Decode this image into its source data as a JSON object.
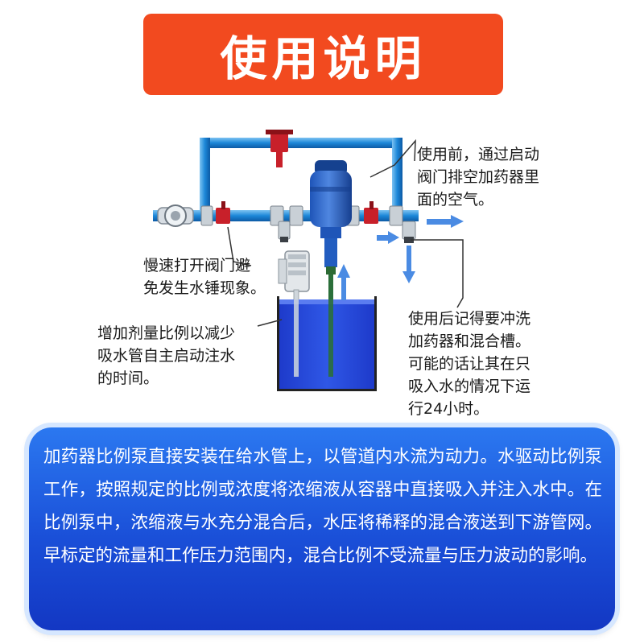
{
  "title": "使用说明",
  "callouts": {
    "before_use": "使用前，通过启动\n阀门排空加药器里\n面的空气。",
    "slow_open": "慢速打开阀门避\n免发生水锤现象。",
    "increase_ratio": "增加剂量比例以减少\n吸水管自主启动注水\n的时间。",
    "after_use": "使用后记得要冲洗\n加药器和混合槽。\n可能的话让其在只\n吸入水的情况下运\n行24小时。"
  },
  "description": "加药器比例泵直接安装在给水管上，以管道内水流为动力。水驱动比例泵工作，按照规定的比例或浓度将浓缩液从容器中直接吸入并注入水中。在比例泵中，浓缩液与水充分混合后，水压将稀释的混合液送到下游管网。早标定的流量和工作压力范围内，混合比例不受流量与压力波动的影响。",
  "colors": {
    "title_bg": "#f24a1f",
    "pipe_blue": "#1c87d8",
    "valve_red": "#c8202a",
    "tank_blue": "#2448d8",
    "panel_blue": "#1f5ee0"
  }
}
